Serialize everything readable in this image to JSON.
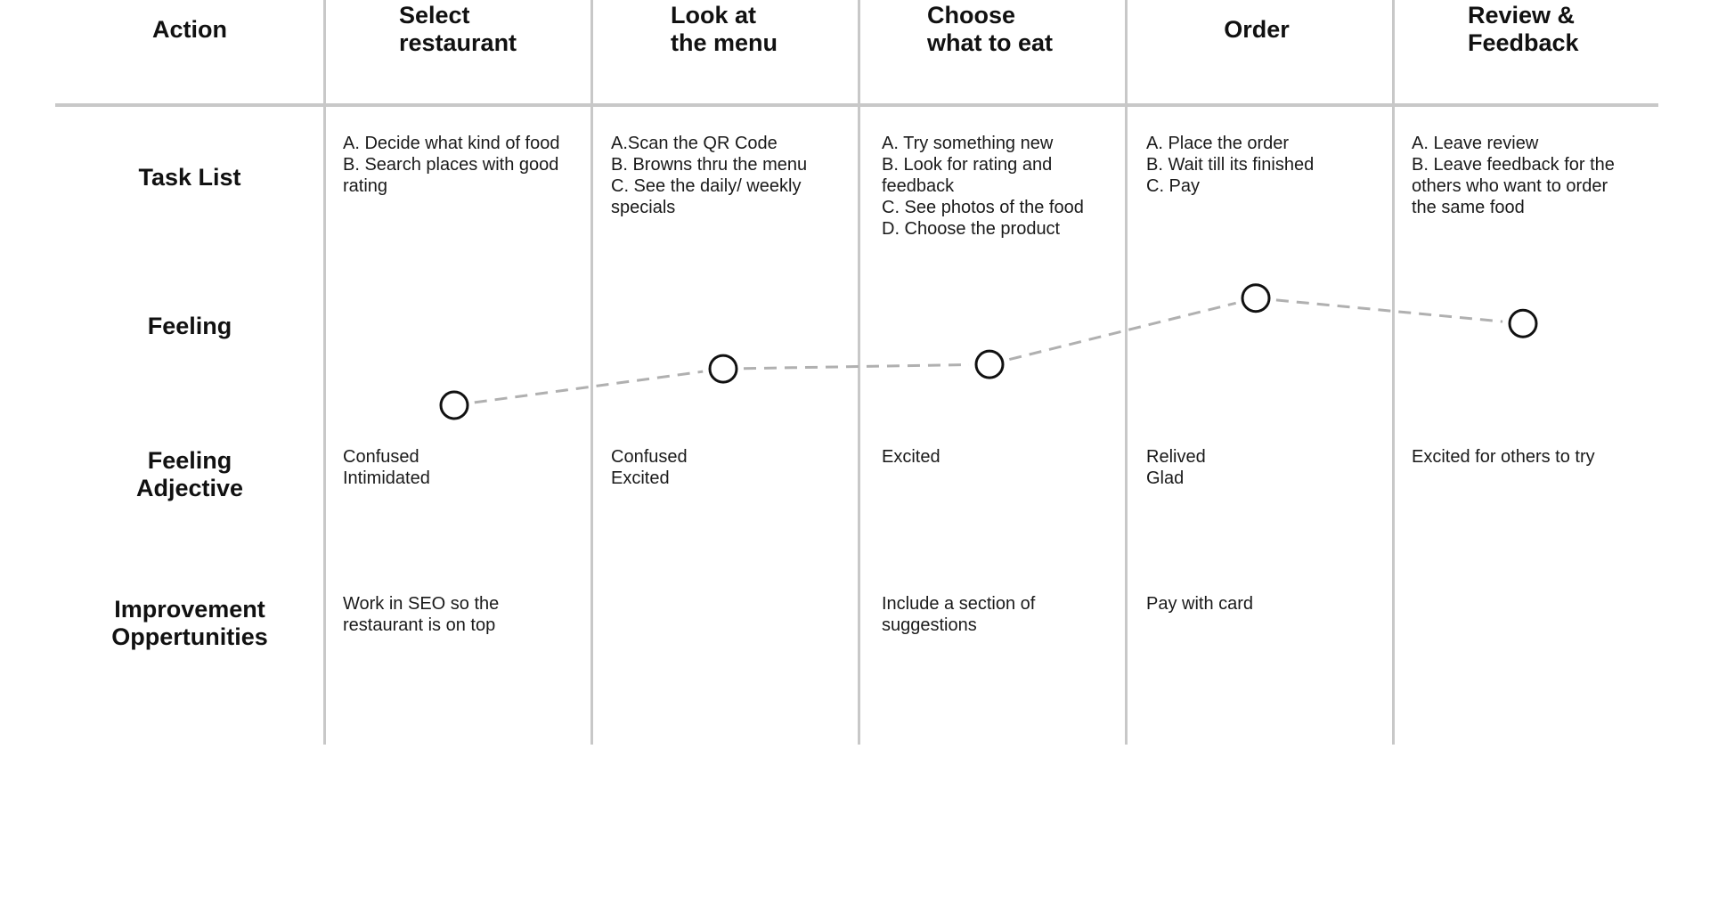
{
  "row_labels": {
    "action": [
      "Action"
    ],
    "task_list": [
      "Task List"
    ],
    "feeling": [
      "Feeling"
    ],
    "feeling_adjective": [
      "Feeling",
      "Adjective"
    ],
    "improvement": [
      "Improvement",
      "Oppertunities"
    ]
  },
  "stages": [
    {
      "title": [
        "Select",
        "restaurant"
      ],
      "tasks": [
        "A. Decide what kind of food",
        "B. Search places with good",
        "rating"
      ],
      "adjectives": [
        "Confused",
        "Intimidated"
      ],
      "improvements": [
        "Work in SEO so the",
        "restaurant is on top"
      ]
    },
    {
      "title": [
        "Look at",
        "the menu"
      ],
      "tasks": [
        "A.Scan the QR Code",
        "B. Browns thru the menu",
        "C. See the daily/ weekly",
        "specials"
      ],
      "adjectives": [
        "Confused",
        "Excited"
      ],
      "improvements": []
    },
    {
      "title": [
        "Choose",
        "what to eat"
      ],
      "tasks": [
        "A. Try something new",
        "B. Look for rating and",
        "feedback",
        "C. See photos of the food",
        "D. Choose the product"
      ],
      "adjectives": [
        "Excited"
      ],
      "improvements": [
        "Include a section of",
        "suggestions"
      ]
    },
    {
      "title": [
        "Order"
      ],
      "tasks": [
        "A. Place the order",
        "B.  Wait till its finished",
        "C. Pay"
      ],
      "adjectives": [
        "Relived",
        "Glad"
      ],
      "improvements": [
        "Pay with card"
      ]
    },
    {
      "title": [
        "Review &",
        "Feedback"
      ],
      "tasks": [
        "A. Leave review",
        "B. Leave feedback for the",
        "others who want to order",
        "the same food"
      ],
      "adjectives": [
        "Excited for others to try"
      ],
      "improvements": []
    }
  ],
  "feeling_levels": [
    0.0,
    0.33,
    0.37,
    0.97,
    0.74
  ],
  "colors": {
    "grid": "#c8c8c8",
    "curve": "#b0b0b0",
    "marker": "#111111"
  }
}
